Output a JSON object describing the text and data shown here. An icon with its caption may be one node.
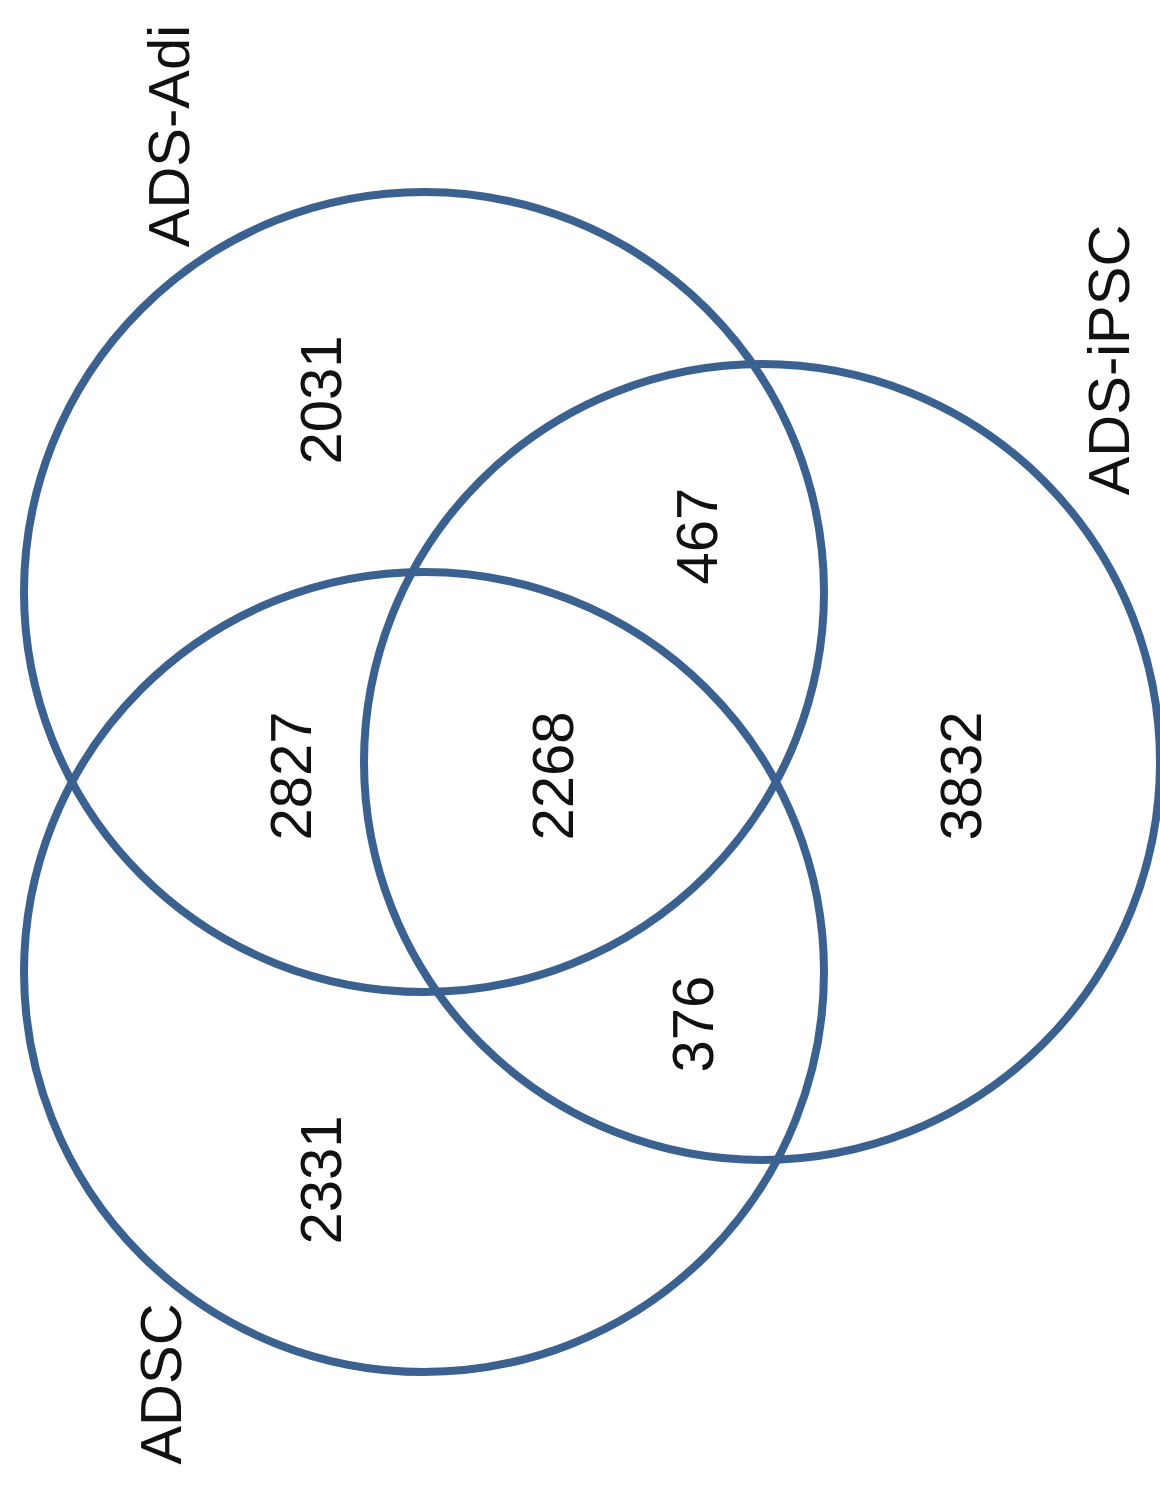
{
  "diagram": {
    "nodes": [
      {
        "text": [
          "ADS-Adi"
        ]
      },
      {
        "text": [
          "ADS-iPSC"
        ]
      },
      {
        "text": [
          "ADSC"
        ]
      }
    ],
    "labels": [
      "2031",
      "467",
      "2827",
      "2268",
      "3832",
      "376",
      "2331"
    ]
  }
}
